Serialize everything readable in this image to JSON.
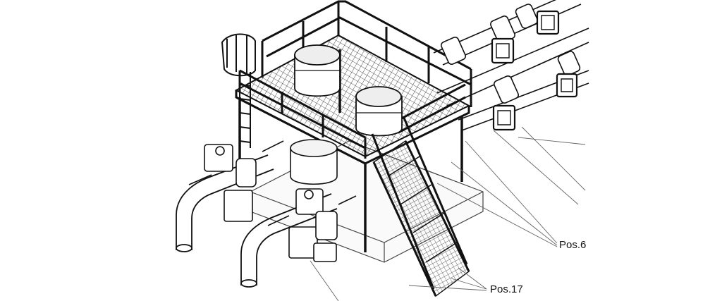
{
  "callouts": [
    {
      "id": "pos6",
      "label": "Pos.6"
    },
    {
      "id": "pos17",
      "label": "Pos.17"
    }
  ],
  "colors": {
    "line": "#111111",
    "background": "#ffffff",
    "leader": "#666666"
  }
}
